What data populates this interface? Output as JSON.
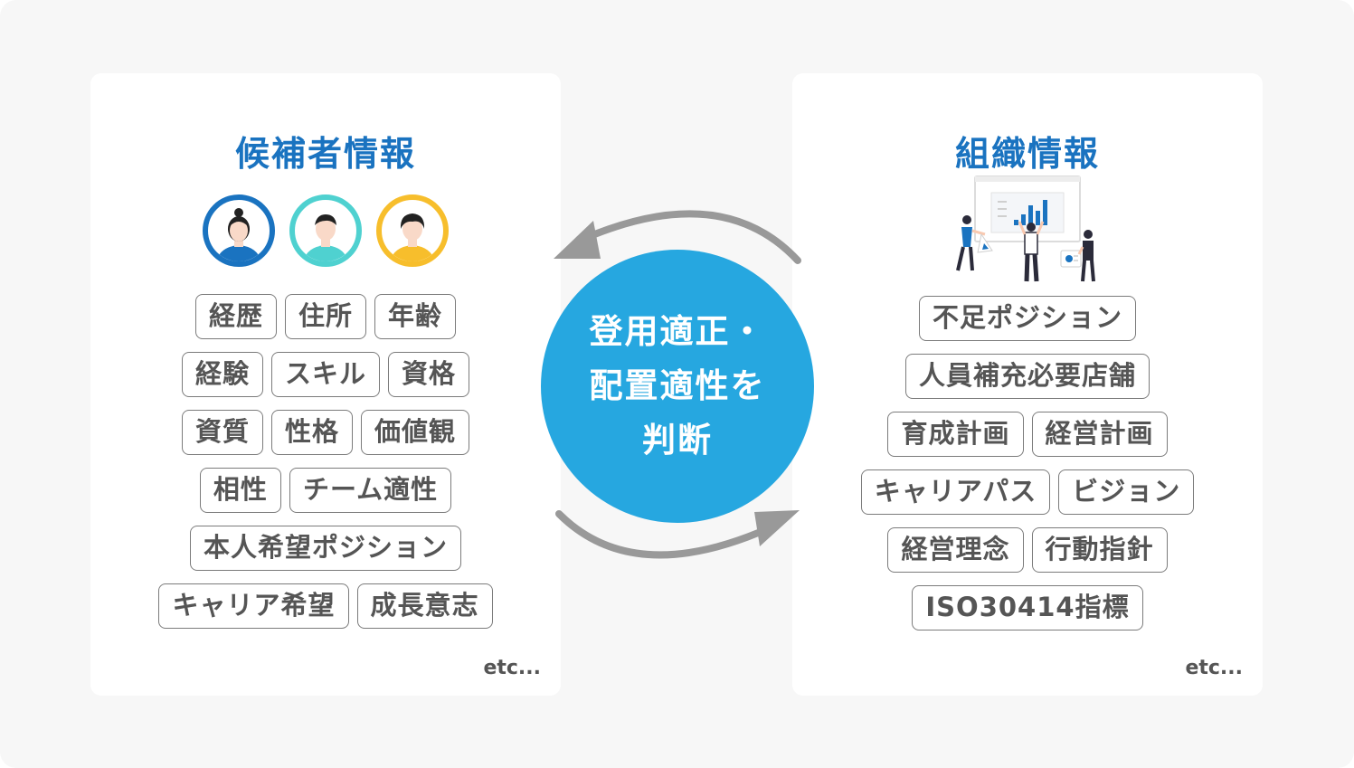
{
  "left_panel": {
    "title": "候補者情報",
    "tag_rows": [
      [
        "経歴",
        "住所",
        "年齢"
      ],
      [
        "経験",
        "スキル",
        "資格"
      ],
      [
        "資質",
        "性格",
        "価値観"
      ],
      [
        "相性",
        "チーム適性"
      ],
      [
        "本人希望ポジション"
      ],
      [
        "キャリア希望",
        "成長意志"
      ]
    ],
    "etc": "etc..."
  },
  "right_panel": {
    "title": "組織情報",
    "tag_rows": [
      [
        "不足ポジション"
      ],
      [
        "人員補充必要店舗"
      ],
      [
        "育成計画",
        "経営計画"
      ],
      [
        "キャリアパス",
        "ビジョン"
      ],
      [
        "経営理念",
        "行動指針"
      ],
      [
        "ISO30414指標"
      ]
    ],
    "etc": "etc..."
  },
  "center": {
    "lines": [
      "登用適正・",
      "配置適性を",
      "判断"
    ]
  },
  "colors": {
    "title_blue": "#1a73c0",
    "circle_blue": "#26a7e0",
    "avatar_ring_1": "#1a73c0",
    "avatar_ring_2": "#4fd1d0",
    "avatar_ring_3": "#f7be2c",
    "arrow_gray": "#999999"
  },
  "icons": [
    "avatar-woman-icon",
    "avatar-man-teal-icon",
    "avatar-man-yellow-icon",
    "team-presentation-illustration",
    "cycle-arrow-icon"
  ]
}
